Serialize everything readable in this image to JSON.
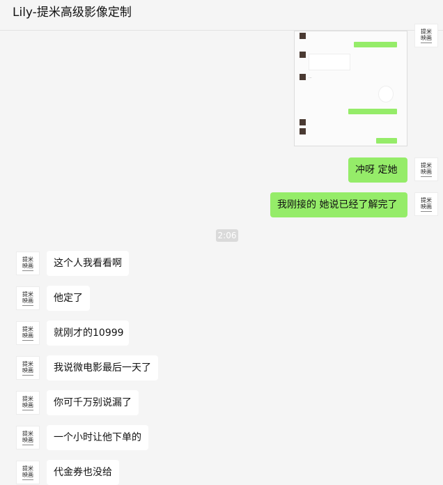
{
  "header": {
    "title": "Lily-提米高级影像定制"
  },
  "avatar": {
    "line1": "提米",
    "line2": "映画"
  },
  "messages_top": [
    {
      "side": "right",
      "text": "冲呀  定她"
    },
    {
      "side": "right",
      "text": "我刚接的  她说已经了解完了"
    }
  ],
  "time_divider": "2:06",
  "messages_bottom": [
    {
      "side": "left",
      "text": "这个人我看看啊"
    },
    {
      "side": "left",
      "text": "他定了"
    },
    {
      "side": "left",
      "text": "就刚才的10999"
    },
    {
      "side": "left",
      "text": "我说微电影最后一天了"
    },
    {
      "side": "left",
      "text": "你可千万别说漏了"
    },
    {
      "side": "left",
      "text": "一个小时让他下单的"
    },
    {
      "side": "left",
      "text": "代金券也没给"
    }
  ]
}
